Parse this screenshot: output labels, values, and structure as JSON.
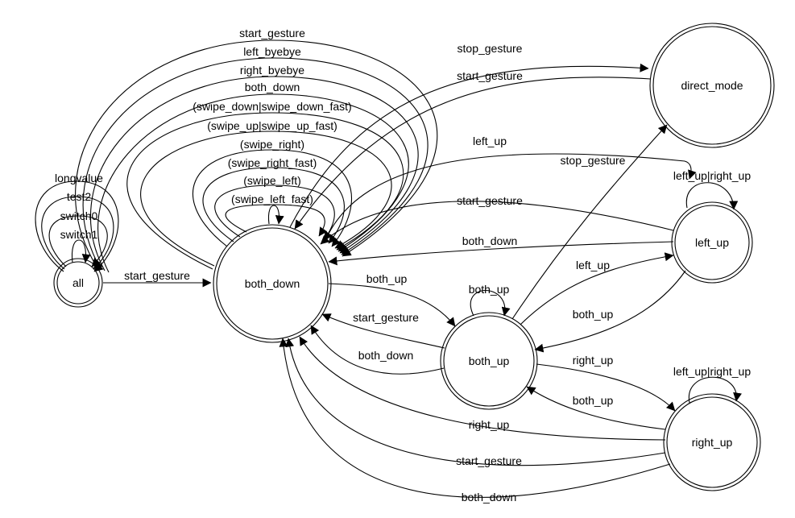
{
  "states": {
    "all": "all",
    "both_down": "both_down",
    "both_up": "both_up",
    "left_up": "left_up",
    "right_up": "right_up",
    "direct_mode": "direct_mode"
  },
  "transitions": {
    "all_self_longvalue": "longvalue",
    "all_self_test2": "test2",
    "all_self_switch0": "switch0",
    "all_self_switch1": "switch1",
    "all_to_both_down": "start_gesture",
    "both_down_self_start_gesture": "start_gesture",
    "both_down_self_left_byebye": "left_byebye",
    "both_down_self_right_byebye": "right_byebye",
    "both_down_self_both_down": "both_down",
    "both_down_self_swipe_down": "(swipe_down|swipe_down_fast)",
    "both_down_self_swipe_up": "(swipe_up|swipe_up_fast)",
    "both_down_self_swipe_right": "(swipe_right)",
    "both_down_self_swipe_right_fast": "(swipe_right_fast)",
    "both_down_self_swipe_left": "(swipe_left)",
    "both_down_self_swipe_left_fast": "(swipe_left_fast)",
    "both_down_to_direct_mode": "stop_gesture",
    "direct_mode_to_both_down": "start_gesture",
    "both_down_to_left_up": "left_up",
    "left_up_to_both_down_start": "start_gesture",
    "left_up_to_both_down_down": "both_down",
    "both_down_to_both_up": "both_up",
    "both_up_to_both_down_start": "start_gesture",
    "both_up_to_both_down_down": "both_down",
    "both_up_self": "both_up",
    "both_up_to_direct_mode": "stop_gesture",
    "both_up_to_left_up": "left_up",
    "left_up_to_both_up": "both_up",
    "left_up_self": "left_up|right_up",
    "both_up_to_right_up": "right_up",
    "right_up_to_both_up": "both_up",
    "right_up_self": "left_up|right_up",
    "right_up_to_both_down_right": "right_up",
    "right_up_to_both_down_start": "start_gesture",
    "right_up_to_both_down_down": "both_down"
  }
}
